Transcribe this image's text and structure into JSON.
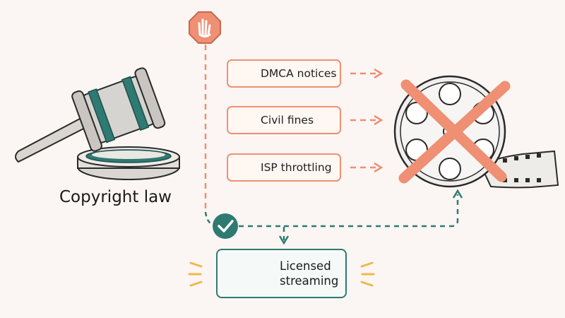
{
  "left": {
    "label": "Copyright law",
    "gavel_icon": "gavel-icon"
  },
  "stop_icon": "stop-hand-icon",
  "consequences": [
    {
      "label": "DMCA notices",
      "icon": "warning-icon"
    },
    {
      "label": "Civil fines",
      "icon": "warning-icon"
    },
    {
      "label": "ISP throttling",
      "icon": "warning-icon"
    }
  ],
  "check_icon": "check-icon",
  "alternative": {
    "label_line1": "Licensed",
    "label_line2": "streaming",
    "icon": "tv-play-icon"
  },
  "target_icon": "film-reel-crossed-icon",
  "colors": {
    "warn": "#ef8f73",
    "good": "#2f7a72",
    "ink": "#1f1f1f",
    "background": "#fbf6f3"
  }
}
